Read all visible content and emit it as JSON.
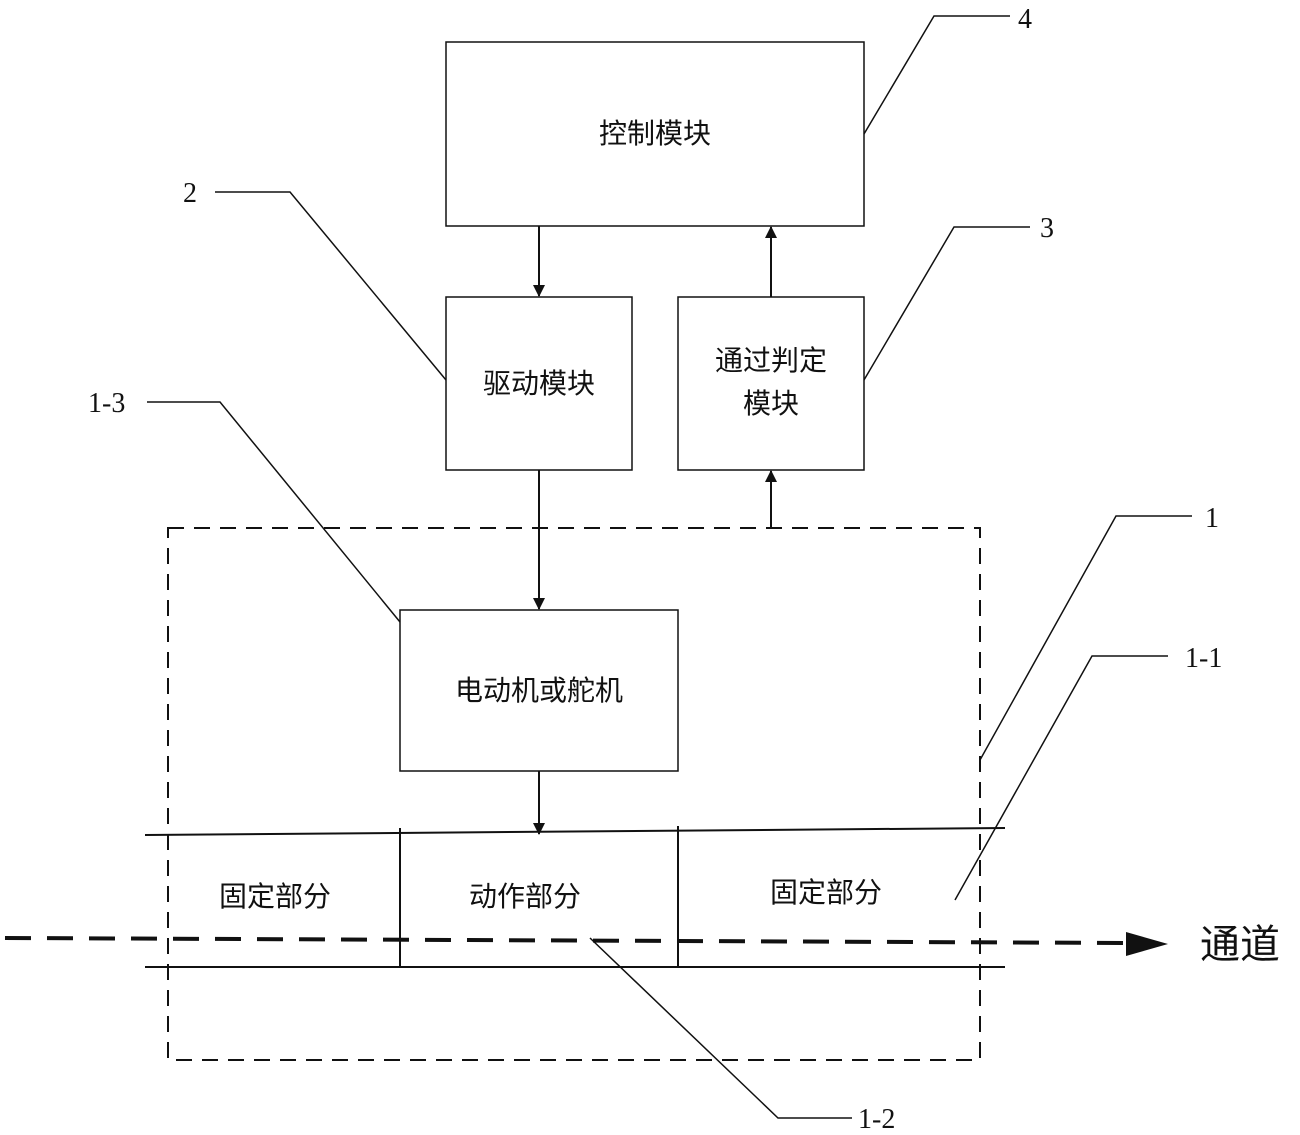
{
  "modules": {
    "control": "控制模块",
    "drive": "驱动模块",
    "judge_line1": "通过判定",
    "judge_line2": "模块",
    "motor": "电动机或舵机"
  },
  "gate_parts": {
    "fixed_left": "固定部分",
    "moving": "动作部分",
    "fixed_right": "固定部分"
  },
  "channel_label": "通道",
  "callouts": {
    "control": "4",
    "drive": "2",
    "judge": "3",
    "motor": "1-3",
    "gate_device": "1",
    "fixed_right": "1-1",
    "moving": "1-2"
  },
  "colors": {
    "line": "#111111",
    "background": "#ffffff"
  }
}
